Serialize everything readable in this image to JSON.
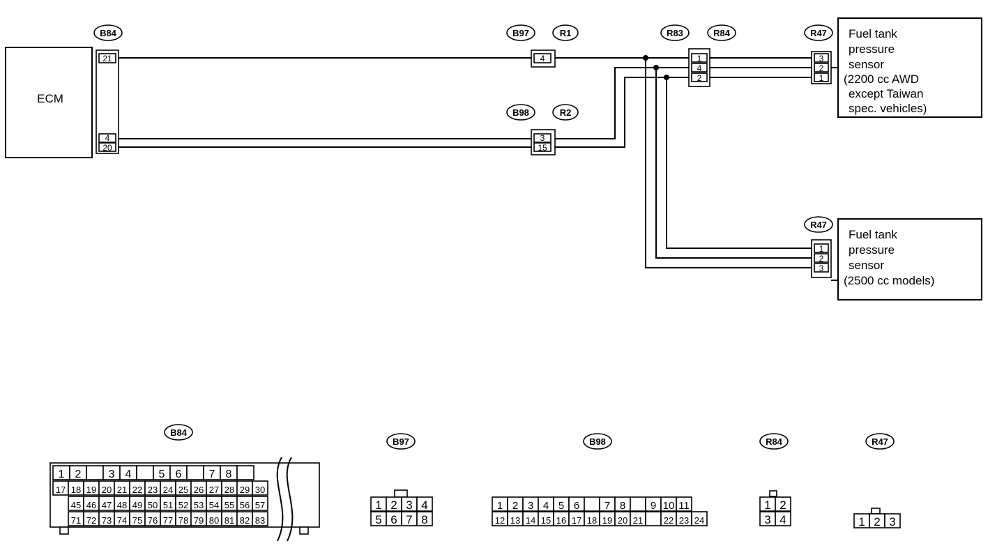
{
  "ecm": {
    "label": "ECM"
  },
  "sensors": {
    "top": [
      "Fuel tank",
      "pressure",
      "sensor",
      "(2200 cc AWD",
      "except Taiwan",
      "spec. vehicles)"
    ],
    "bottom": [
      "Fuel tank",
      "pressure",
      "sensor",
      "(2500 cc models)"
    ]
  },
  "connector_tags": {
    "b84_top": "B84",
    "b97_top": "B97",
    "r1": "R1",
    "b98_top": "B98",
    "r2": "R2",
    "r83": "R83",
    "r84_top": "R84",
    "r47_top": "R47",
    "r47_mid": "R47",
    "b84_bottom": "B84",
    "b97_bottom": "B97",
    "b98_bottom": "B98",
    "r84_bottom": "R84",
    "r47_bottom": "R47"
  },
  "wiring_pins": {
    "ecm_top": "21",
    "ecm_bottom": [
      "4",
      "20"
    ],
    "b97_r1": "4",
    "b98_r2": [
      "3",
      "15"
    ],
    "r83_r84": [
      "1",
      "4",
      "2"
    ],
    "r47_top": [
      "3",
      "2",
      "1"
    ],
    "r47_mid": [
      "1",
      "2",
      "3"
    ]
  },
  "connector_faces": {
    "b84": {
      "row1": [
        "1",
        "2",
        "",
        "3",
        "4",
        "",
        "5",
        "6",
        "",
        "7",
        "8",
        ""
      ],
      "row2": [
        "17",
        "18",
        "19",
        "20",
        "21",
        "22",
        "23",
        "24",
        "25",
        "26",
        "27",
        "28",
        "29",
        "30"
      ],
      "row3": [
        "45",
        "46",
        "47",
        "48",
        "49",
        "50",
        "51",
        "52",
        "53",
        "54",
        "55",
        "56",
        "57"
      ],
      "row4": [
        "71",
        "72",
        "73",
        "74",
        "75",
        "76",
        "77",
        "78",
        "79",
        "80",
        "81",
        "82",
        "83"
      ]
    },
    "b97": {
      "row1": [
        "1",
        "2",
        "3",
        "4"
      ],
      "row2": [
        "5",
        "6",
        "7",
        "8"
      ]
    },
    "b98": {
      "row1": [
        "1",
        "2",
        "3",
        "4",
        "5",
        "6",
        "",
        "7",
        "8",
        "",
        "9",
        "10",
        "11"
      ],
      "row2": [
        "12",
        "13",
        "14",
        "15",
        "16",
        "17",
        "18",
        "19",
        "20",
        "21",
        "",
        "22",
        "23",
        "24"
      ]
    },
    "r84": {
      "row1": [
        "1",
        "2"
      ],
      "row2": [
        "3",
        "4"
      ]
    },
    "r47": {
      "row1": [
        "1",
        "2",
        "3"
      ]
    }
  }
}
